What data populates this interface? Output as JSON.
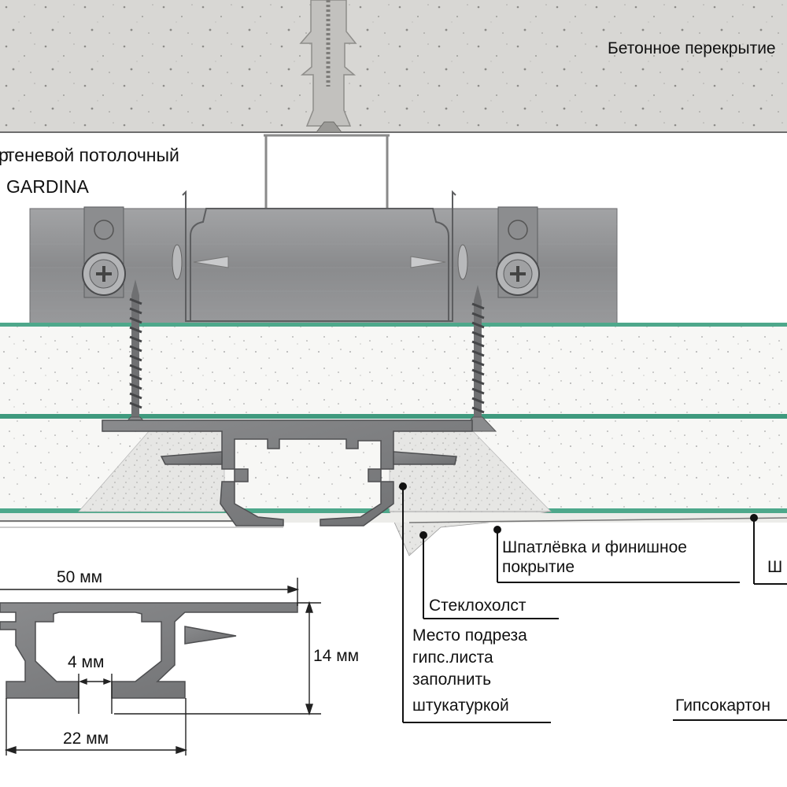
{
  "diagram": {
    "title_line1": "теневой потолочный",
    "title_line2": "GARDINA",
    "title_prefix_glyph": "р",
    "labels": {
      "concrete": "Бетонное перекрытие",
      "putty_line1": "Шпатлёвка и финишное",
      "putty_line2": "покрытие",
      "putty_right_cut": "Ш",
      "fiberglass": "Стеклохолст",
      "cut_line1": "Место подреза",
      "cut_line2": "гипс.листа",
      "cut_line3": "заполнить",
      "cut_line4": "штукатуркой",
      "drywall": "Гипсокартон"
    },
    "dimensions": {
      "width_total": "50 мм",
      "height": "14 мм",
      "gap": "4 мм",
      "width_base": "22 мм"
    },
    "colors": {
      "concrete": "#d6d5d2",
      "metal": "#8e8f91",
      "profile": "#7b7c7e",
      "drywall_edge": "#3f9a7e",
      "drywall_fill": "#f7f7f5",
      "plaster": "#e3e3e1"
    }
  }
}
